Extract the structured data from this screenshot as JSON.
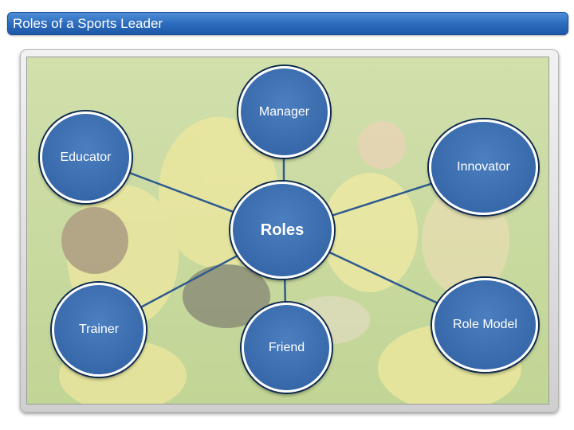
{
  "slide": {
    "title": "Roles of a Sports Leader"
  },
  "diagram": {
    "center": {
      "label": "Roles"
    },
    "roles": [
      {
        "label": "Manager"
      },
      {
        "label": "Educator"
      },
      {
        "label": "Innovator"
      },
      {
        "label": "Trainer"
      },
      {
        "label": "Friend"
      },
      {
        "label": "Role Model"
      }
    ],
    "colors": {
      "node_fill": "#3a6cae",
      "node_outline": "#0d2a52",
      "connector": "#2f5a8f",
      "title_bar": "#2f6fc0"
    }
  }
}
